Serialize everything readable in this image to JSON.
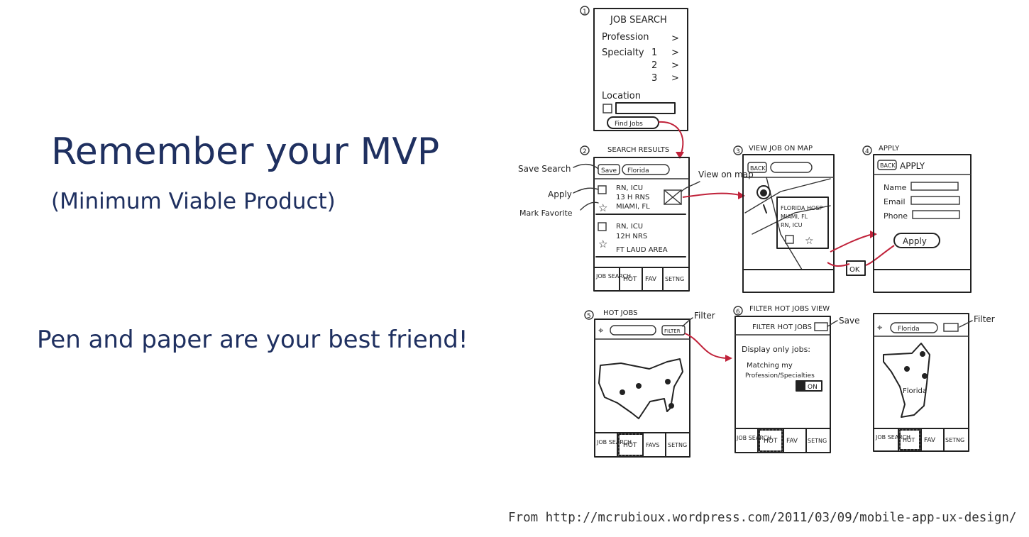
{
  "slide": {
    "title": "Remember your MVP",
    "subtitle": "(Minimum Viable Product)",
    "body": "Pen and paper are your best friend!",
    "source": "From http://mcrubioux.wordpress.com/2011/03/09/mobile-app-ux-design/"
  },
  "sketch": {
    "screen1": {
      "number": "1",
      "title": "JOB SEARCH",
      "profession": "Profession",
      "specialty": "Specialty",
      "rows": [
        "1",
        "2",
        "3"
      ],
      "chevron": ">",
      "location": "Location",
      "find_button": "Find Jobs"
    },
    "screen2": {
      "number": "2",
      "caption": "SEARCH RESULTS",
      "save_btn": "Save",
      "search_value": "Florida",
      "result1": [
        "RN, ICU",
        "13 H RNS",
        "MIAMI, FL"
      ],
      "result2": [
        "RN, ICU",
        "12H NRS",
        "FT LAUD AREA"
      ],
      "tabs": [
        "JOB SEARCH",
        "HOT",
        "FAV",
        "SETNG"
      ]
    },
    "annotations": {
      "save_search": "Save Search",
      "apply": "Apply",
      "mark_favorite": "Mark Favorite",
      "view_on_map": "View on map",
      "filter1": "Filter",
      "save": "Save",
      "filter2": "Filter"
    },
    "screen3": {
      "number": "3",
      "caption": "VIEW JOB ON MAP",
      "back": "BACK",
      "popup": [
        "FLORIDA HOSP",
        "MIAMI, FL",
        "RN, ICU"
      ]
    },
    "screen4": {
      "number": "4",
      "caption": "APPLY",
      "back": "BACK",
      "title": "APPLY",
      "fields": [
        "Name",
        "Email",
        "Phone"
      ],
      "apply_button": "Apply",
      "ok": "OK"
    },
    "screen5": {
      "number": "5",
      "caption": "HOT JOBS",
      "filter_btn": "FILTER",
      "tabs": [
        "JOB SEARCH",
        "HOT",
        "FAVS",
        "SETNG"
      ]
    },
    "screen6": {
      "number": "6",
      "caption": "FILTER HOT JOBS VIEW",
      "title": "FILTER HOT JOBS",
      "line1": "Display only jobs:",
      "line2": "Matching my",
      "line3": "Profession/Specialties",
      "toggle": "ON",
      "tabs": [
        "JOB SEARCH",
        "HOT",
        "FAV",
        "SETNG"
      ]
    },
    "screen7": {
      "search_value": "Florida",
      "map_label": "Florida",
      "tabs": [
        "JOB SEARCH",
        "HOT",
        "FAV",
        "SETNG"
      ]
    }
  }
}
